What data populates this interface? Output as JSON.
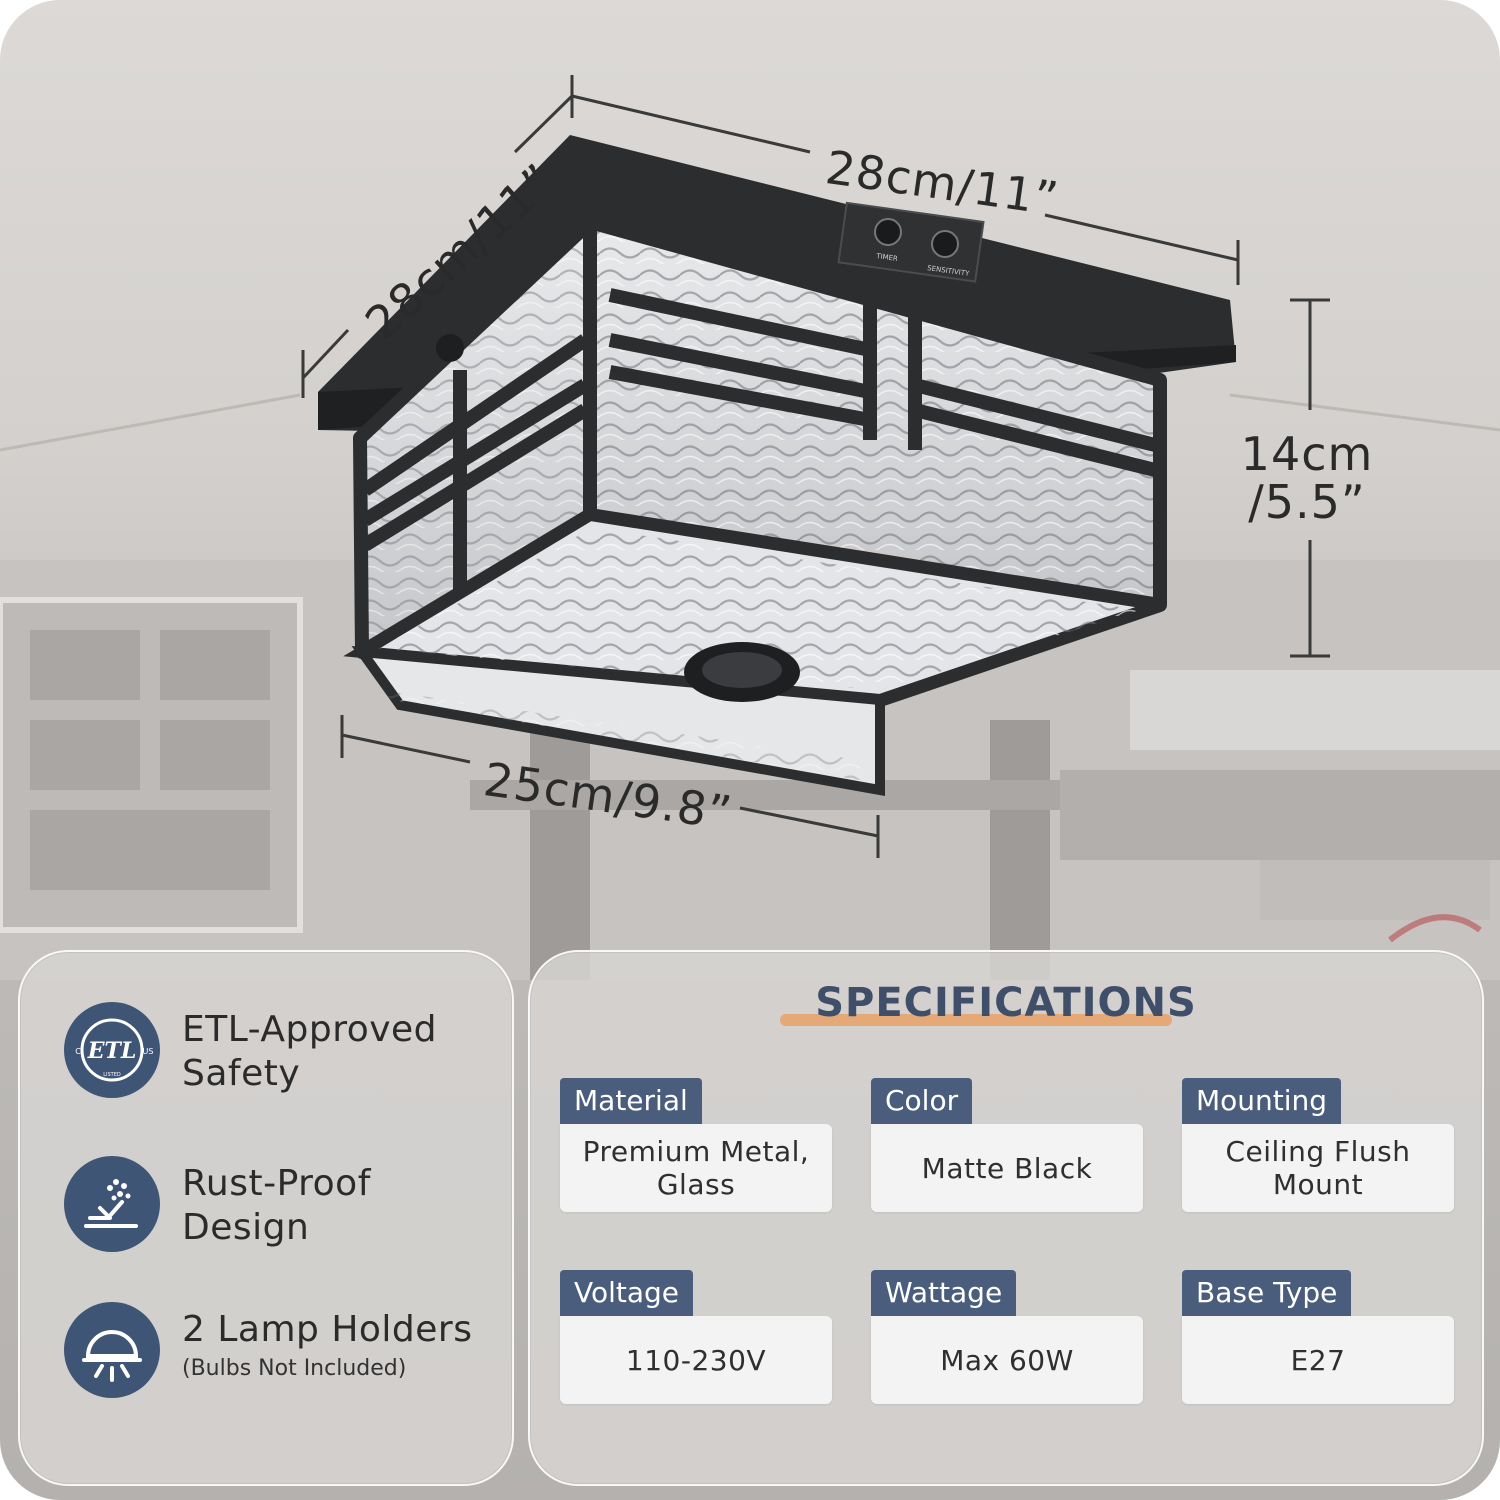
{
  "dimensions": {
    "top_width": "28cm/11”",
    "side_depth": "28cm/11”",
    "bottom_width": "25cm/9.8”",
    "height_line1": "14cm",
    "height_line2": "/5.5”"
  },
  "controls": {
    "timer_label": "TIMER",
    "sensitivity_label": "SENSITIVITY"
  },
  "features": [
    {
      "title": "ETL-Approved Safety",
      "icon": "etl-listed-icon",
      "icon_text": "ETL",
      "icon_small_left": "C",
      "icon_small_right": "US",
      "icon_small_bottom": "LISTED"
    },
    {
      "title": "Rust-Proof Design",
      "icon": "rust-proof-spray-icon"
    },
    {
      "title": "2 Lamp Holders",
      "subtitle": "(Bulbs Not Included)",
      "icon": "lamp-icon"
    }
  ],
  "specifications": {
    "heading": "SPECIFICATIONS",
    "items": [
      {
        "label": "Material",
        "value": "Premium Metal, Glass"
      },
      {
        "label": "Color",
        "value": "Matte Black"
      },
      {
        "label": "Mounting",
        "value": "Ceiling Flush Mount"
      },
      {
        "label": "Voltage",
        "value": "110-230V"
      },
      {
        "label": "Wattage",
        "value": "Max 60W"
      },
      {
        "label": "Base Type",
        "value": "E27"
      }
    ]
  },
  "colors": {
    "badge": "#3f5576",
    "spec_label": "#4a5d7d",
    "heading": "#3f4f69",
    "accent_underline": "#e7a268",
    "fixture": "#2b2d2f"
  }
}
